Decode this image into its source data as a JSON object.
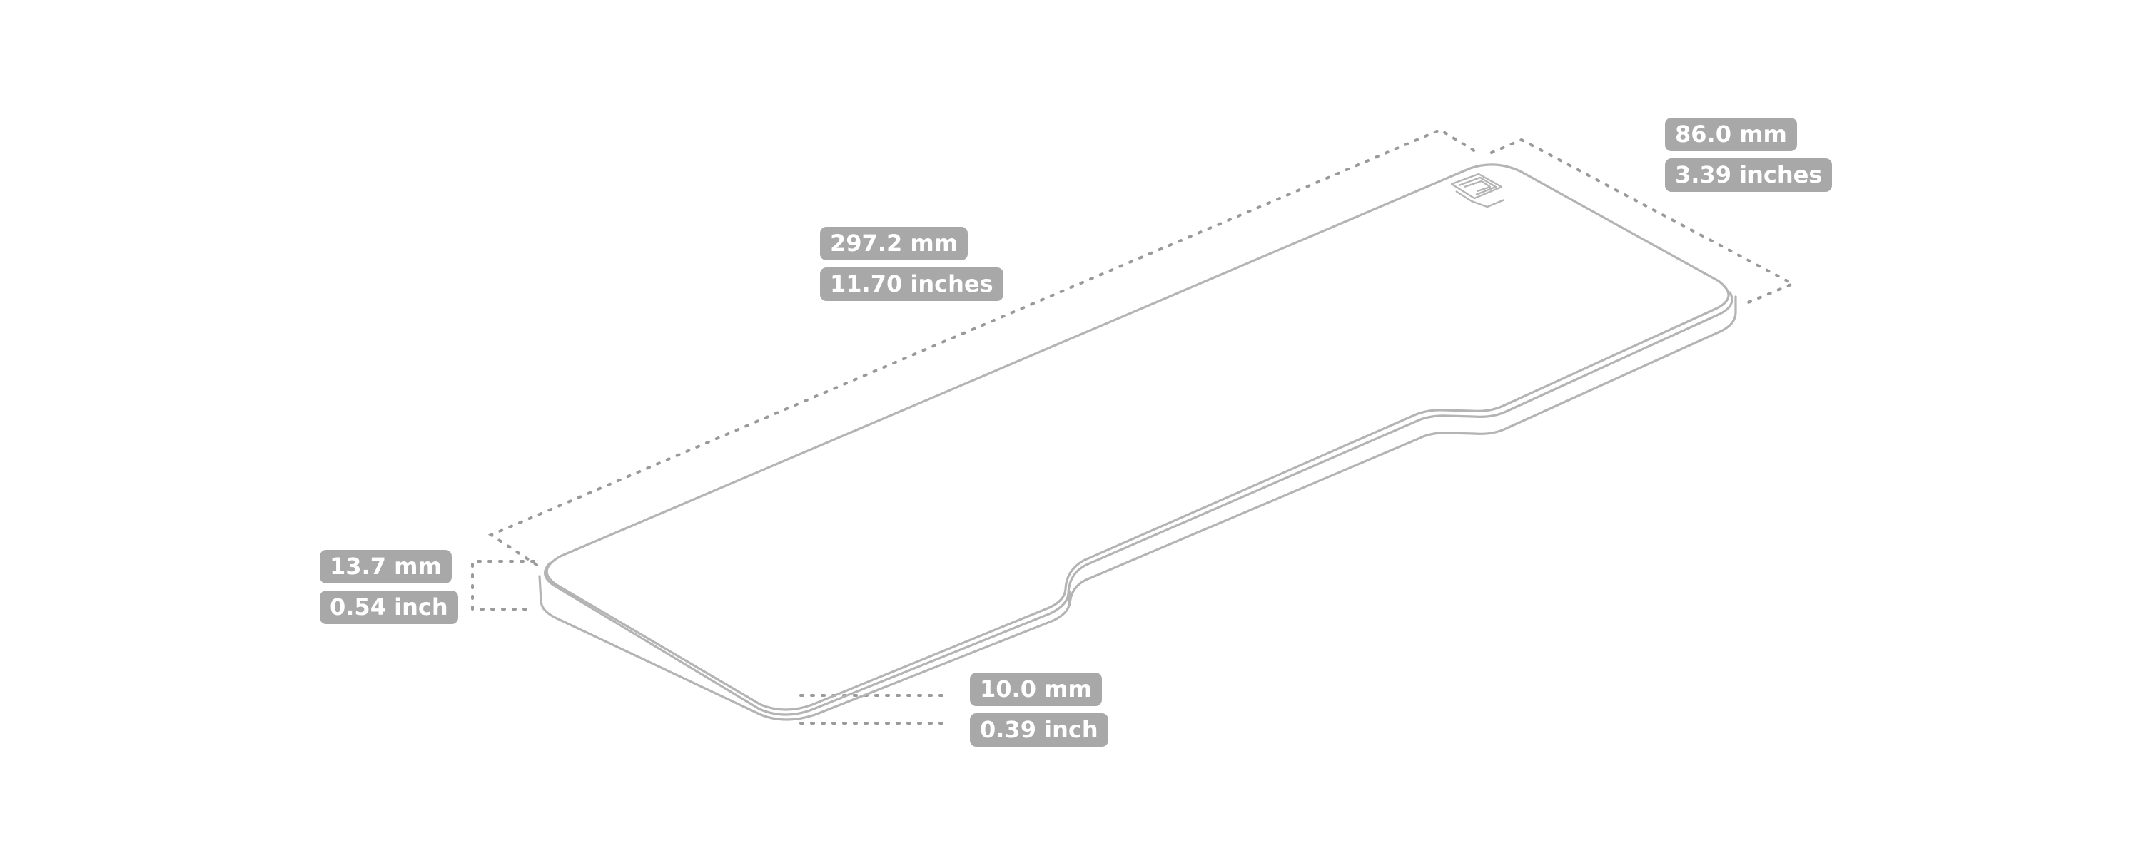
{
  "dimensions": {
    "length": {
      "metric": "297.2 mm",
      "imperial": "11.70 inches"
    },
    "width": {
      "metric": "86.0 mm",
      "imperial": "3.39 inches"
    },
    "height_max": {
      "metric": "13.7 mm",
      "imperial": "0.54 inch"
    },
    "height_min": {
      "metric": "10.0 mm",
      "imperial": "0.39 inch"
    }
  },
  "colors": {
    "outline": "#b4b4b4",
    "dimension_line": "#9a9a9a",
    "badge_background": "#a8a8a8",
    "badge_text": "#ffffff",
    "background": "#ffffff"
  },
  "icons": {
    "product": "wrist-rest-outline",
    "brand": "brand-logo-icon"
  }
}
